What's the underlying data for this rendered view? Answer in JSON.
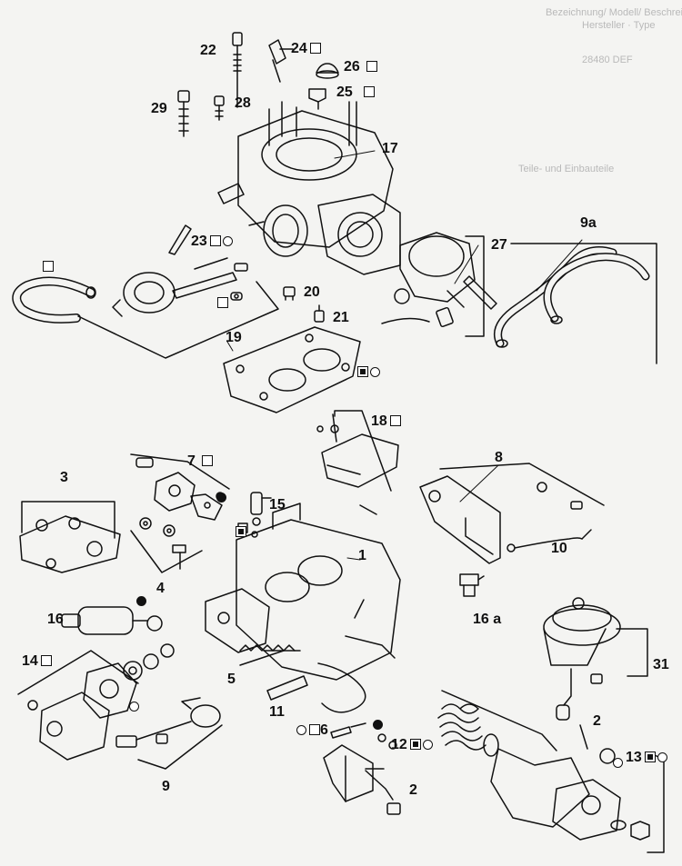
{
  "ghost_text": {
    "line_a": "Bezeichnung/ Modell/ Beschreibung",
    "line_b": "Hersteller · Type",
    "line_c": "28480 DEF",
    "line_d": "Teile- und Einbauteile"
  },
  "callouts": {
    "c1": "1",
    "c2a": "2",
    "c2b": "2",
    "c3": "3",
    "c4": "4",
    "c5": "5",
    "c6": "6",
    "c7": "7",
    "c8": "8",
    "c9": "9",
    "c9a": "9a",
    "c10": "10",
    "c11": "11",
    "c12": "12",
    "c13": "13",
    "c14": "14",
    "c15": "15",
    "c16": "16",
    "c16a": "16 a",
    "c17": "17",
    "c18": "18",
    "c19": "19",
    "c20": "20",
    "c21": "21",
    "c22": "22",
    "c23": "23",
    "c24": "24",
    "c25": "25",
    "c26": "26",
    "c27": "27",
    "c28": "28",
    "c29": "29",
    "c31": "31"
  },
  "legend_symbols": {
    "open_square": "square-icon",
    "open_circle": "circle-icon",
    "filled_square": "filled-square-icon",
    "filled_circle": "filled-circle-icon"
  },
  "colors": {
    "ink": "#111111",
    "paper": "#f4f4f2",
    "ghost": "#b9b9b9"
  }
}
